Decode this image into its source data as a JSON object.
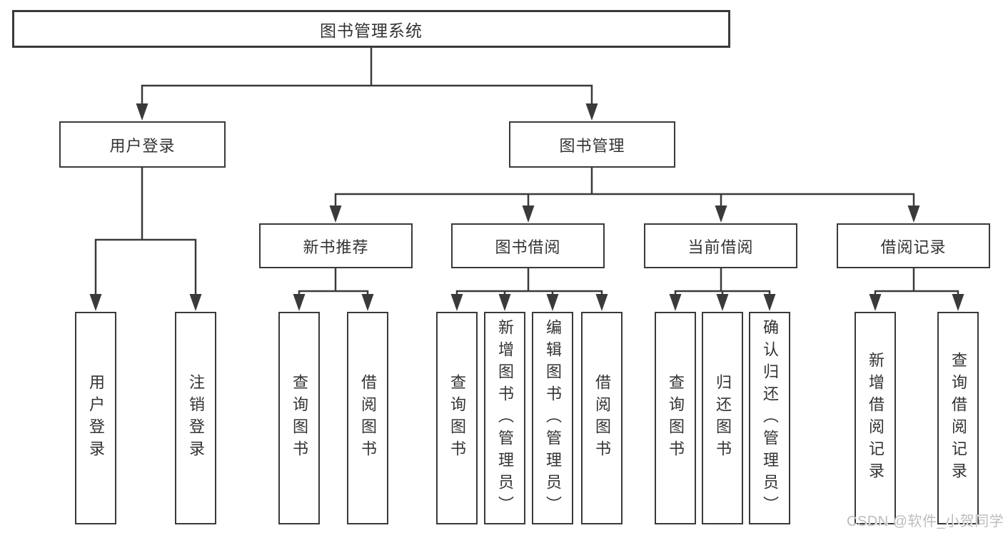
{
  "diagram_title": "图书管理系统",
  "colors": {
    "line": "#3a3a3a",
    "text": "#333333",
    "background": "#ffffff",
    "watermark": "#bdbdbd"
  },
  "root": {
    "label": "图书管理系统"
  },
  "level2": [
    {
      "label": "用户登录"
    },
    {
      "label": "图书管理"
    }
  ],
  "level3": [
    {
      "label": "新书推荐"
    },
    {
      "label": "图书借阅"
    },
    {
      "label": "当前借阅"
    },
    {
      "label": "借阅记录"
    }
  ],
  "leaves": {
    "user_login": [
      {
        "label": "用户登录"
      },
      {
        "label": "注销登录"
      }
    ],
    "new_book": [
      {
        "label": "查询图书"
      },
      {
        "label": "借阅图书"
      }
    ],
    "book_borrow": [
      {
        "label": "查询图书"
      },
      {
        "label": "新增图书（管理员）"
      },
      {
        "label": "编辑图书（管理员）"
      },
      {
        "label": "借阅图书"
      }
    ],
    "current_borrow": [
      {
        "label": "查询图书"
      },
      {
        "label": "归还图书"
      },
      {
        "label": "确认归还（管理员）"
      }
    ],
    "borrow_records": [
      {
        "label": "新增借阅记录"
      },
      {
        "label": "查询借阅记录"
      }
    ]
  },
  "watermark": {
    "text": "CSDN @软件_小贺同学"
  }
}
